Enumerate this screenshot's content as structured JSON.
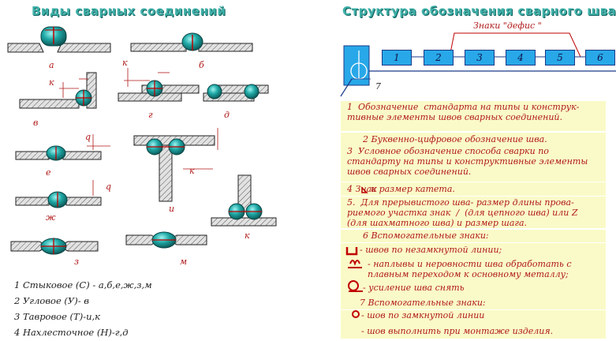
{
  "left_title": "Виды   сварных   соединений",
  "right_title": "Структура обозначения  сварного шва",
  "diagram_labels": {
    "a": "а",
    "b": "б",
    "v": "в",
    "g": "г",
    "d": "д",
    "e": "е",
    "zh": "ж",
    "i": "и",
    "k": "к",
    "z": "з",
    "m": "м",
    "dim_k": "к",
    "dim_q": "q"
  },
  "legend": [
    "1  Стыковое  (С) - а,б,е,ж,з,м",
    "2  Угловое (У)- в",
    "3   Тавровое (Т)-и,к",
    "4   Нахлесточное   (Н)-г,д"
  ],
  "structure": {
    "hyphen_label": "Знаки   \"дефис \"",
    "boxes": [
      "1",
      "2",
      "3",
      "4",
      "5",
      "6"
    ],
    "leader_number": "7"
  },
  "descriptions": [
    "1  Обозначение  стандарта на типы и конструк-\nтивные элементы швов сварных соединений.",
    "2 Буквенно-цифровое обозначение шва.",
    "3  Условное обозначение способа сварки по\nстандарту на типы и конструктивные элементы\nшвов сварных соединений.",
    "4 Знак",
    "и размер катета.",
    "5.  Для прерывистого шва- размер длины прова-\nриемого участка знак  /  (для цепного шва) или Z\n(для шахматного шва) и размер шага.",
    "6   Вспомогательные знаки:",
    "- швов по незамкнутой линии;",
    "- наплывы и неровности шва обработать с\nплавным переходом к основному металлу;",
    "- усиление шва снять",
    "7      Вспомогательные знаки:",
    "- шов по замкнутой линии",
    "- шов выполнить при монтаже изделия."
  ],
  "colors": {
    "weld": "#1f9f9f",
    "weld_outline": "#0a4444",
    "plate": "#e2e2e2",
    "annotation": "#b01818",
    "structure_box": "#28a8e8",
    "panel_bg": "#fafac8",
    "title": "#3fb0a8"
  }
}
